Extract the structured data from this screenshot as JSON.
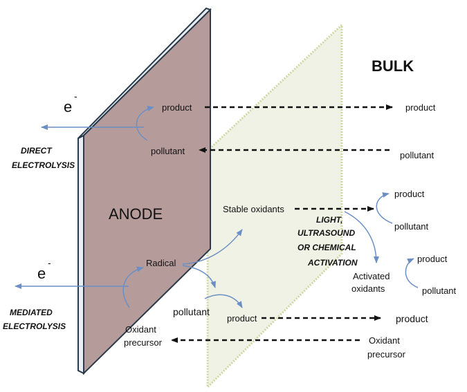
{
  "labels": {
    "bulk": "BULK",
    "anode": "ANODE",
    "electron_top": "e",
    "electron_top_sup": "-",
    "electron_bottom": "e",
    "electron_bottom_sup": "-",
    "direct_line1": "DIRECT",
    "direct_line2": "ELECTROLYSIS",
    "mediated_line1": "MEDIATED",
    "mediated_line2": "ELECTROLYSIS",
    "product_anode": "product",
    "pollutant_anode": "pollutant",
    "product_bulk_top": "product",
    "pollutant_bulk_top": "pollutant",
    "stable_oxidants": "Stable oxidants",
    "product_right_mid": "product",
    "pollutant_right_mid": "pollutant",
    "activation_line1": "LIGHT,",
    "activation_line2": "ULTRASOUND",
    "activation_line3": "OR CHEMICAL",
    "activation_line4": "ACTIVATION",
    "activated_line1": "Activated",
    "activated_line2": "oxidants",
    "product_right_low": "product",
    "pollutant_right_low": "pollutant",
    "radical": "Radical",
    "pollutant_mediated": "pollutant",
    "product_mediated": "product",
    "product_bulk_bottom": "product",
    "oxidant_precursor_line1": "Oxidant",
    "oxidant_precursor_line2": "precursor",
    "oxidant_bulk_line1": "Oxidant",
    "oxidant_bulk_line2": "precursor"
  },
  "colors": {
    "anode_face": "#b59c9a",
    "anode_edge": "#e8eef4",
    "anode_outline": "#2a3a4a",
    "bulk_plane": "#eef1e2",
    "bulk_outline": "#c8d49a",
    "blue_arrow": "#6b8fc4",
    "black": "#111111"
  }
}
